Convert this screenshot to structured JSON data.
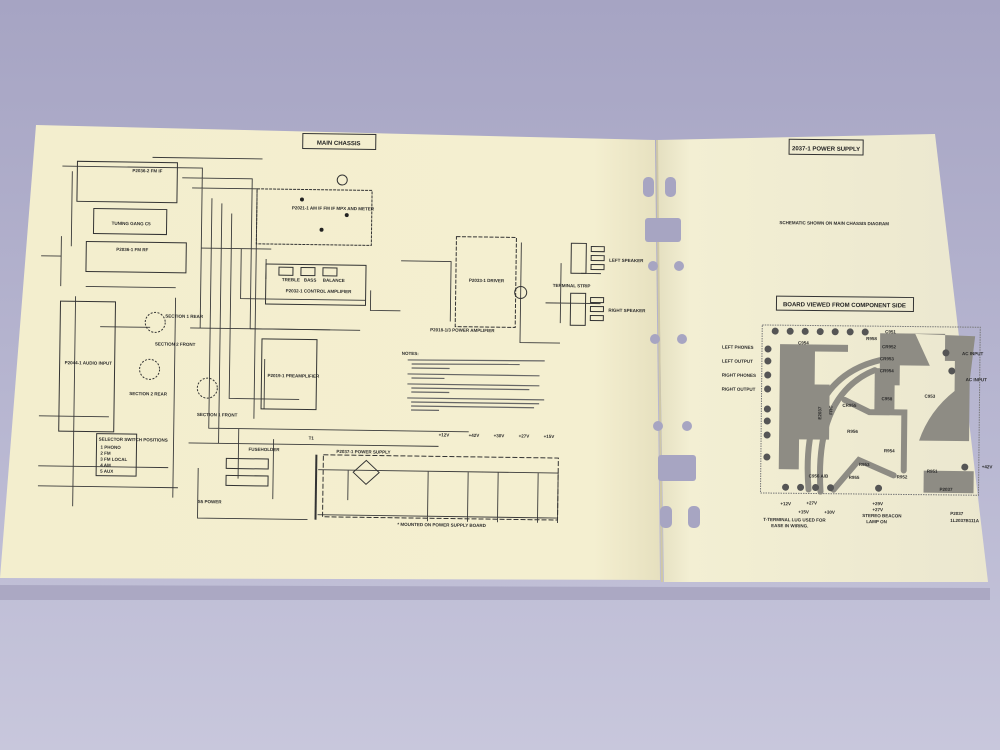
{
  "left_page": {
    "title": "MAIN CHASSIS",
    "blocks": {
      "fm_if": "P2036-2 FM IF",
      "tuning_gang": "TUNING GANG C5",
      "fm_rf": "P2036-1 FM RF",
      "mpx_meter": "P2021-1 AM IF FM IF MPX AND METER",
      "control_amp": "P2032-1 CONTROL AMPLIFIER",
      "driver": "P2033-1 DRIVER",
      "power_amp": "P2018-1/3 POWER AMPLIFIER",
      "preamp": "P2019-1 PREAMPLIFIER",
      "audio_input": "P2044-1 AUDIO INPUT",
      "power_supply": "P2037-1 POWER SUPPLY",
      "fuseholder": "FUSEHOLDER",
      "transformer": "T1",
      "section1_rear": "SECTION 1 REAR",
      "section2_rear": "SECTION 2 REAR",
      "section2_front": "SECTION 2 FRONT",
      "section1_front": "SECTION 1 FRONT",
      "treble": "TREBLE",
      "bass": "BASS",
      "balance": "BALANCE",
      "terminal_strip": "TERMINAL STRIP",
      "left_speaker": "LEFT SPEAKER",
      "right_speaker": "RIGHT SPEAKER",
      "power_switch": "S5 POWER"
    },
    "selector": {
      "title": "SELECTOR SWITCH POSITIONS",
      "positions": [
        "1  PHONO",
        "2  FM",
        "3  FM LOCAL",
        "4  AM",
        "5  AUX"
      ]
    },
    "notes_heading": "NOTES:",
    "footnote": "* MOUNTED ON POWER SUPPLY BOARD",
    "voltages": [
      "+42V",
      "+30V",
      "+27V",
      "+15V",
      "+12V"
    ]
  },
  "right_page": {
    "title": "2037-1 POWER SUPPLY",
    "subtitle": "SCHEMATIC SHOWN ON MAIN CHASSIS DIAGRAM",
    "board_title": "BOARD VIEWED FROM COMPONENT SIDE",
    "side_labels": [
      "LEFT PHONES",
      "LEFT OUTPUT",
      "RIGHT PHONES",
      "RIGHT OUTPUT"
    ],
    "ac_input": [
      "AC INPUT",
      "AC INPUT"
    ],
    "v42": "+42V",
    "board_marking": [
      "E2037",
      "FRC"
    ],
    "board_id": "P2037",
    "components": [
      "C954",
      "R958",
      "C951",
      "CR952",
      "CR953",
      "CR954",
      "C953",
      "C958",
      "CR955",
      "R956",
      "R954",
      "R953",
      "C956 A/B",
      "R955",
      "R952",
      "R951"
    ],
    "bottom_voltages": [
      "+12V",
      "+15V",
      "+27V",
      "+30V"
    ],
    "lamp_note": [
      "+29V",
      "+27V",
      "STEREO BEACON",
      "LAMP ON"
    ],
    "lug_note": [
      "T-TERMINAL LUG USED FOR",
      "EASE IN WIRING."
    ],
    "part_number": [
      "P2037",
      "1L2037B111A"
    ]
  }
}
